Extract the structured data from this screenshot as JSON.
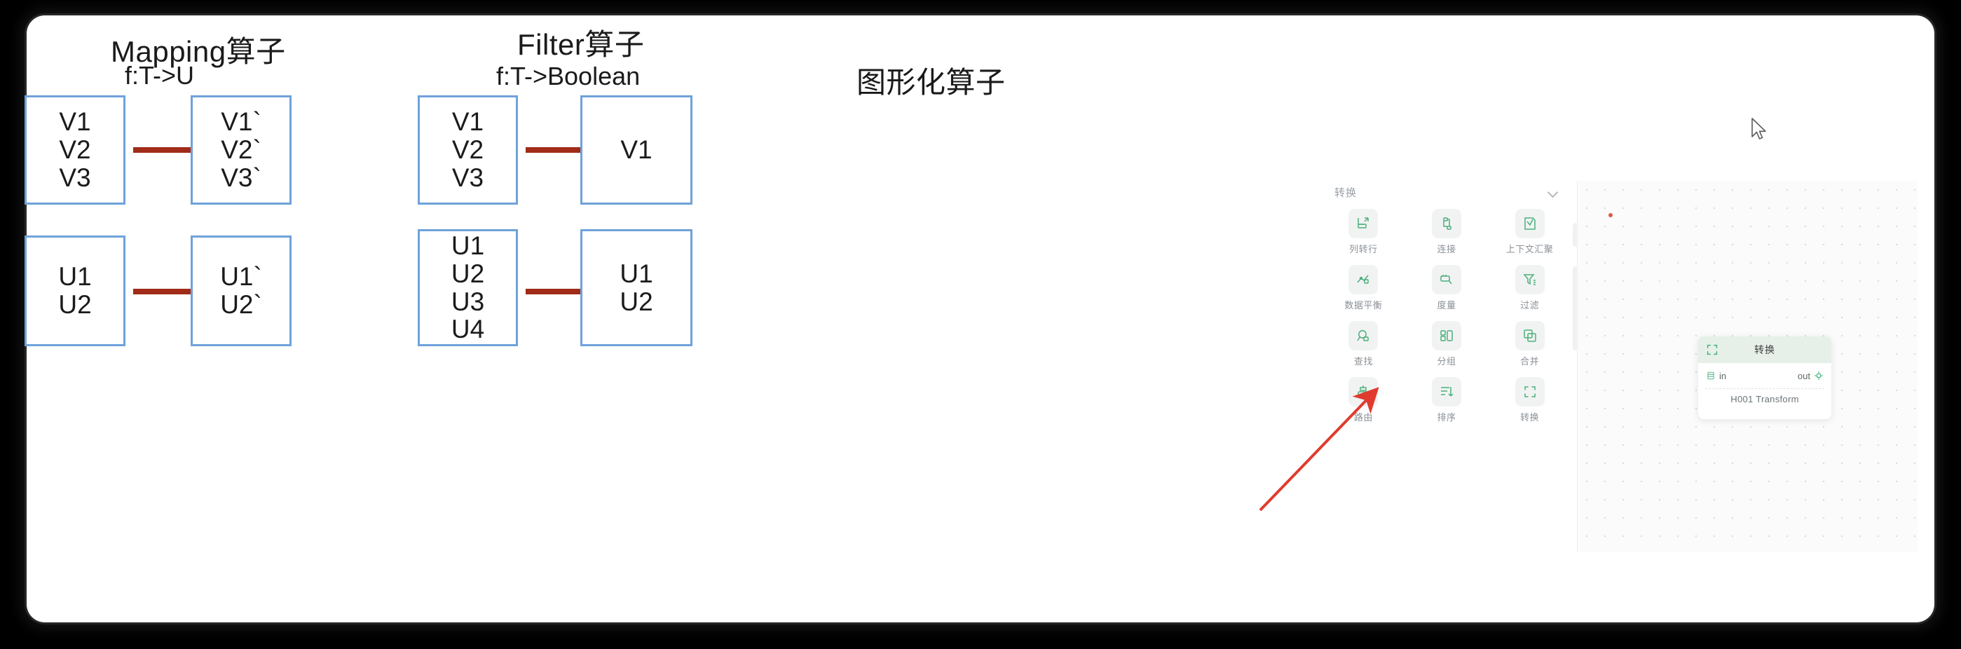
{
  "colors": {
    "box_border": "#6FA2DA",
    "arrow_red": "#A02B18",
    "annotation_red": "#E03B2E",
    "node_header_green": "#E6F0E8",
    "icon_green": "#4CAF7D",
    "page_bg": "#000000",
    "card_bg": "#FFFFFF"
  },
  "sections": [
    {
      "id": "mapping",
      "title": "Mapping算子",
      "subtitle": "f:T->U",
      "rows": [
        {
          "source": [
            "V1",
            "V2",
            "V3"
          ],
          "target": [
            "V1`",
            "V2`",
            "V3`"
          ]
        },
        {
          "source": [
            "U1",
            "U2"
          ],
          "target": [
            "U1`",
            "U2`"
          ]
        }
      ]
    },
    {
      "id": "filter",
      "title": "Filter算子",
      "subtitle": "f:T->Boolean",
      "rows": [
        {
          "source": [
            "V1",
            "V2",
            "V3"
          ],
          "target": [
            "V1"
          ]
        },
        {
          "source": [
            "U1",
            "U2",
            "U3",
            "U4"
          ],
          "target": [
            "U1",
            "U2"
          ]
        }
      ]
    }
  ],
  "graphical": {
    "title": "图形化算子",
    "cursor_icon": "mouse-pointer-icon"
  },
  "app": {
    "panel": {
      "header_label": "转换",
      "collapse_icon": "chevron-down-icon",
      "operators": [
        {
          "label": "列转行",
          "icon": "unpivot-icon"
        },
        {
          "label": "连接",
          "icon": "join-icon"
        },
        {
          "label": "上下文汇聚",
          "icon": "context-aggregate-icon"
        },
        {
          "label": "数据平衡",
          "icon": "data-balance-icon"
        },
        {
          "label": "度量",
          "icon": "measure-icon"
        },
        {
          "label": "过滤",
          "icon": "filter-icon"
        },
        {
          "label": "查找",
          "icon": "lookup-icon"
        },
        {
          "label": "分组",
          "icon": "group-icon"
        },
        {
          "label": "合并",
          "icon": "merge-icon"
        },
        {
          "label": "路由",
          "icon": "route-icon"
        },
        {
          "label": "排序",
          "icon": "sort-icon"
        },
        {
          "label": "转换",
          "icon": "transform-icon"
        }
      ]
    },
    "canvas": {
      "node": {
        "header_label": "转换",
        "header_icon": "transform-icon",
        "in_port_label": "in",
        "in_port_icon": "input-port-icon",
        "out_port_label": "out",
        "out_port_icon": "output-port-icon",
        "name": "H001 Transform"
      },
      "annotation_icon": "red-arrow-annotation"
    }
  }
}
